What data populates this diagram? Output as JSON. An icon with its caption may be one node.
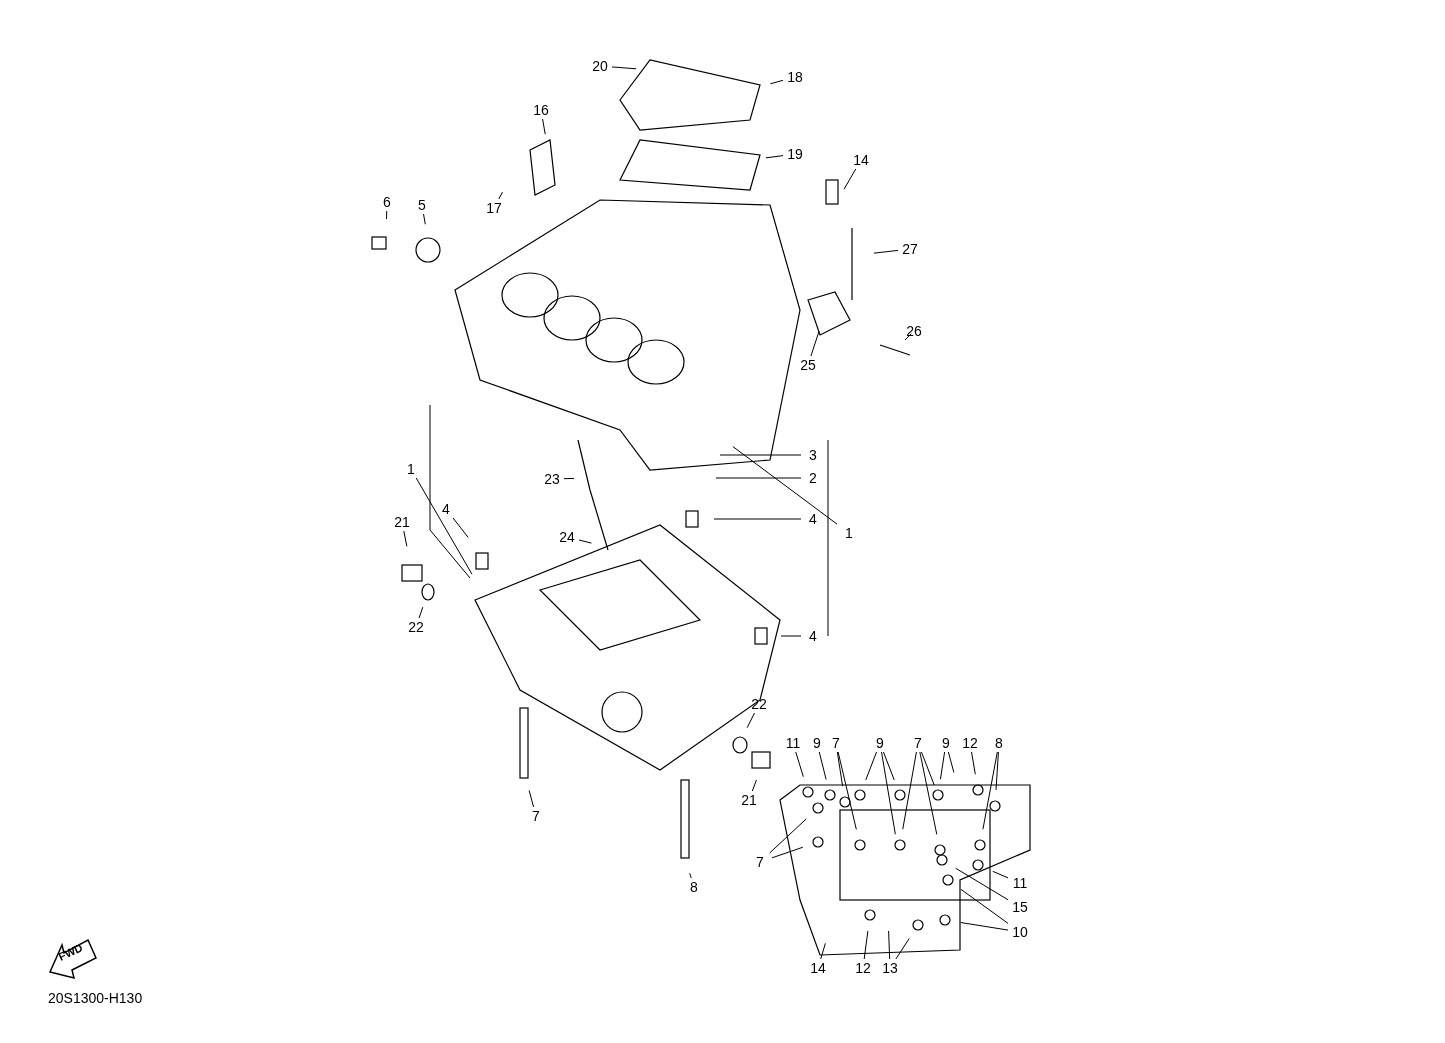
{
  "diagram": {
    "nodes": [
      {
        "text": [
          "20"
        ]
      },
      {
        "text": [
          "18"
        ]
      },
      {
        "text": [
          "16"
        ]
      },
      {
        "text": [
          "19"
        ]
      },
      {
        "text": [
          "14"
        ]
      },
      {
        "text": [
          "17"
        ]
      },
      {
        "text": [
          "6"
        ]
      },
      {
        "text": [
          "5"
        ]
      },
      {
        "text": [
          "27"
        ]
      },
      {
        "text": [
          "26"
        ]
      },
      {
        "text": [
          "25"
        ]
      },
      {
        "text": [
          "3"
        ]
      },
      {
        "text": [
          "1"
        ]
      },
      {
        "text": [
          "2"
        ]
      },
      {
        "text": [
          "23"
        ]
      },
      {
        "text": [
          "4"
        ]
      },
      {
        "text": [
          "4"
        ]
      },
      {
        "text": [
          "21"
        ]
      },
      {
        "text": [
          "1"
        ]
      },
      {
        "text": [
          "24"
        ]
      },
      {
        "text": [
          "22"
        ]
      },
      {
        "text": [
          "4"
        ]
      },
      {
        "text": [
          "22"
        ]
      },
      {
        "text": [
          "11"
        ]
      },
      {
        "text": [
          "9"
        ]
      },
      {
        "text": [
          "7"
        ]
      },
      {
        "text": [
          "9"
        ]
      },
      {
        "text": [
          "7"
        ]
      },
      {
        "text": [
          "9"
        ]
      },
      {
        "text": [
          "12"
        ]
      },
      {
        "text": [
          "8"
        ]
      },
      {
        "text": [
          "21"
        ]
      },
      {
        "text": [
          "7"
        ]
      },
      {
        "text": [
          "7"
        ]
      },
      {
        "text": [
          "11"
        ]
      },
      {
        "text": [
          "8"
        ]
      },
      {
        "text": [
          "15"
        ]
      },
      {
        "text": [
          "10"
        ]
      },
      {
        "text": [
          "14"
        ]
      },
      {
        "text": [
          "12"
        ]
      },
      {
        "text": [
          "13"
        ]
      }
    ],
    "edges": [
      {
        "from": 0,
        "to": null,
        "arrow": "none"
      },
      {
        "from": 1,
        "to": null,
        "arrow": "none"
      },
      {
        "from": 2,
        "to": null,
        "arrow": "none"
      },
      {
        "from": 3,
        "to": null,
        "arrow": "none"
      },
      {
        "from": 4,
        "to": null,
        "arrow": "none"
      },
      {
        "from": 5,
        "to": null,
        "arrow": "none"
      },
      {
        "from": 6,
        "to": null,
        "arrow": "none"
      },
      {
        "from": 7,
        "to": null,
        "arrow": "none"
      },
      {
        "from": 8,
        "to": null,
        "arrow": "none"
      },
      {
        "from": 9,
        "to": null,
        "arrow": "none"
      },
      {
        "from": 10,
        "to": null,
        "arrow": "none"
      },
      {
        "from": 11,
        "to": null,
        "arrow": "none"
      },
      {
        "from": 12,
        "to": null,
        "arrow": "none"
      },
      {
        "from": 13,
        "to": null,
        "arrow": "none"
      },
      {
        "from": 14,
        "to": null,
        "arrow": "none"
      },
      {
        "from": 15,
        "to": null,
        "arrow": "none"
      },
      {
        "from": 16,
        "to": null,
        "arrow": "none"
      },
      {
        "from": 17,
        "to": null,
        "arrow": "none"
      },
      {
        "from": 18,
        "to": null,
        "arrow": "none"
      },
      {
        "from": 19,
        "to": null,
        "arrow": "none"
      },
      {
        "from": 20,
        "to": null,
        "arrow": "none"
      },
      {
        "from": 21,
        "to": null,
        "arrow": "none"
      },
      {
        "from": 22,
        "to": null,
        "arrow": "none"
      },
      {
        "from": 23,
        "to": null,
        "arrow": "none"
      },
      {
        "from": 24,
        "to": null,
        "arrow": "none"
      },
      {
        "from": 25,
        "to": null,
        "arrow": "none"
      },
      {
        "from": 25,
        "to": null,
        "arrow": "none"
      },
      {
        "from": 26,
        "to": null,
        "arrow": "none"
      },
      {
        "from": 26,
        "to": null,
        "arrow": "none"
      },
      {
        "from": 26,
        "to": null,
        "arrow": "none"
      },
      {
        "from": 27,
        "to": null,
        "arrow": "none"
      },
      {
        "from": 27,
        "to": null,
        "arrow": "none"
      },
      {
        "from": 27,
        "to": null,
        "arrow": "none"
      },
      {
        "from": 28,
        "to": null,
        "arrow": "none"
      },
      {
        "from": 28,
        "to": null,
        "arrow": "none"
      },
      {
        "from": 29,
        "to": null,
        "arrow": "none"
      },
      {
        "from": 30,
        "to": null,
        "arrow": "none"
      },
      {
        "from": 30,
        "to": null,
        "arrow": "none"
      },
      {
        "from": 31,
        "to": null,
        "arrow": "none"
      },
      {
        "from": 32,
        "to": null,
        "arrow": "none"
      },
      {
        "from": 33,
        "to": null,
        "arrow": "none"
      },
      {
        "from": 33,
        "to": null,
        "arrow": "none"
      },
      {
        "from": 34,
        "to": null,
        "arrow": "none"
      },
      {
        "from": 35,
        "to": null,
        "arrow": "none"
      },
      {
        "from": 36,
        "to": null,
        "arrow": "none"
      },
      {
        "from": 37,
        "to": null,
        "arrow": "none"
      },
      {
        "from": 37,
        "to": null,
        "arrow": "none"
      },
      {
        "from": 38,
        "to": null,
        "arrow": "none"
      },
      {
        "from": 39,
        "to": null,
        "arrow": "none"
      },
      {
        "from": 40,
        "to": null,
        "arrow": "none"
      },
      {
        "from": 40,
        "to": null,
        "arrow": "none"
      }
    ],
    "labels": [
      "FWD",
      "20S1300-H130"
    ]
  }
}
